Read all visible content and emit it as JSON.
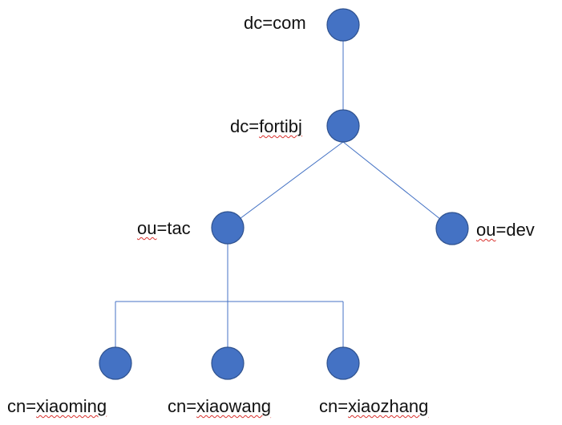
{
  "colors": {
    "node_fill": "#4472c4",
    "node_stroke": "#2f528f",
    "edge": "#4472c4",
    "spellcheck_underline": "#d9302c"
  },
  "tree": {
    "root": {
      "label": "dc=com"
    },
    "org": {
      "label_prefix": "dc=",
      "label_word": "fortibj"
    },
    "ou_tac": {
      "label_word": "ou",
      "label_suffix": "=tac"
    },
    "ou_dev": {
      "label_word": "ou",
      "label_suffix": "=dev"
    },
    "leaves": [
      {
        "label_prefix": "cn=",
        "label_word": "xiaoming"
      },
      {
        "label_prefix": "cn=",
        "label_word": "xiaowang"
      },
      {
        "label_prefix": "cn=",
        "label_word": "xiaozhang"
      }
    ]
  }
}
